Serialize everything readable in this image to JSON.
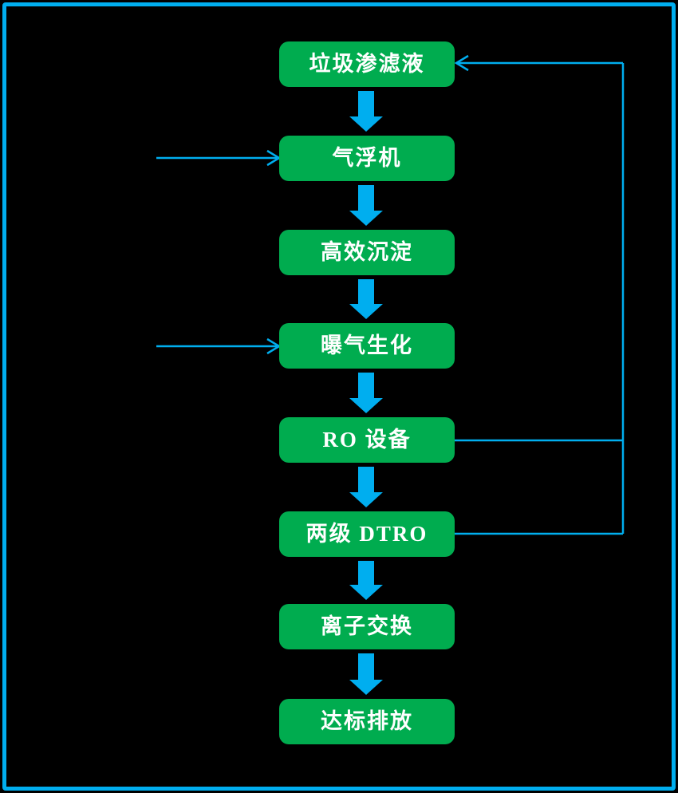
{
  "diagram": {
    "type": "flowchart",
    "background": "#000000",
    "nodes": [
      {
        "label": "垃圾渗滤液"
      },
      {
        "label": "气浮机"
      },
      {
        "label": "高效沉淀"
      },
      {
        "label": "曝气生化"
      },
      {
        "label": "RO 设备"
      },
      {
        "label": "两级 DTRO"
      },
      {
        "label": "离子交换"
      },
      {
        "label": "达标排放"
      }
    ],
    "edges": [
      {
        "from": 0,
        "to": 1,
        "style": "block-arrow-down"
      },
      {
        "from": 1,
        "to": 2,
        "style": "block-arrow-down"
      },
      {
        "from": 2,
        "to": 3,
        "style": "block-arrow-down"
      },
      {
        "from": 3,
        "to": 4,
        "style": "block-arrow-down"
      },
      {
        "from": 4,
        "to": 5,
        "style": "block-arrow-down"
      },
      {
        "from": 5,
        "to": 6,
        "style": "block-arrow-down"
      },
      {
        "from": 6,
        "to": 7,
        "style": "block-arrow-down"
      },
      {
        "from": "external-left",
        "to": 1,
        "style": "thin-arrow"
      },
      {
        "from": "external-left",
        "to": 3,
        "style": "thin-arrow"
      },
      {
        "from": 4,
        "to": 0,
        "style": "feedback-line-right"
      },
      {
        "from": 5,
        "to": 0,
        "style": "feedback-line-right"
      }
    ],
    "colors": {
      "node_fill": "#00AC4F",
      "node_text": "#FFFFFF",
      "arrow_blue": "#00AEEF",
      "frame_border": "#00AEEF",
      "background": "#000000"
    }
  }
}
